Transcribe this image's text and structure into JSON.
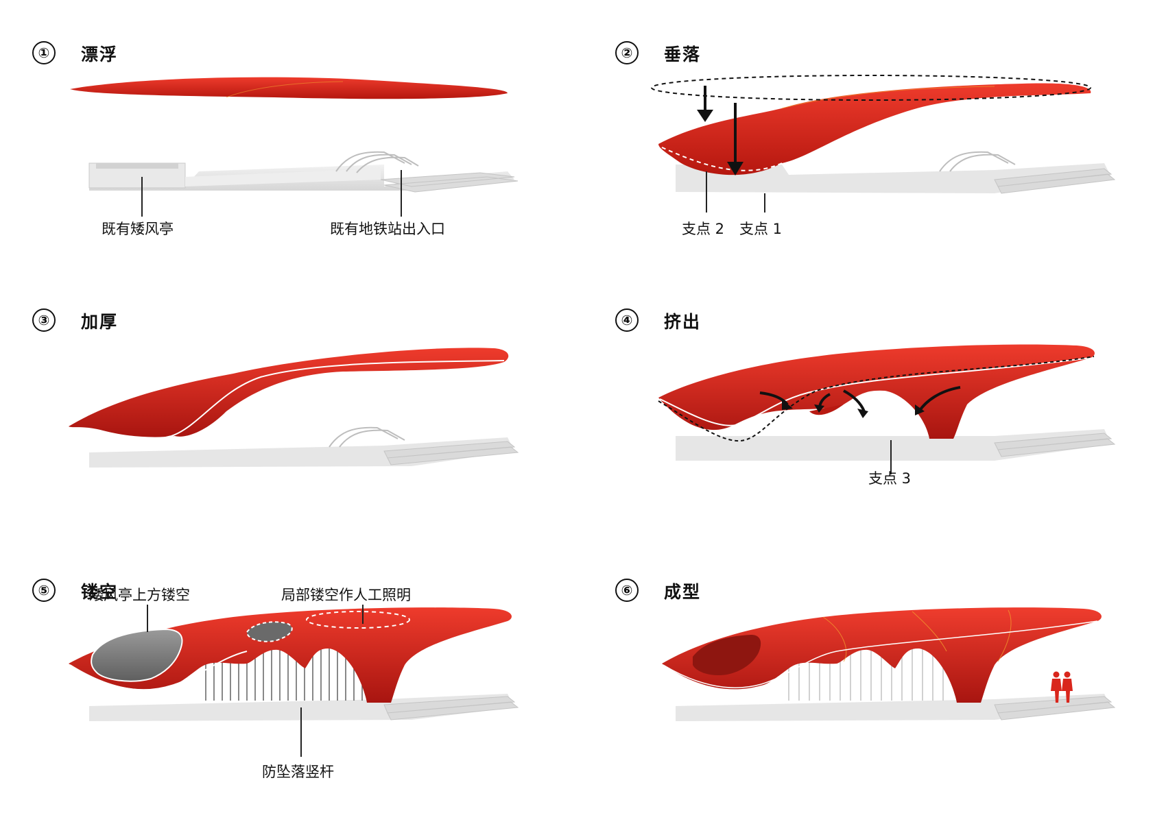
{
  "colors": {
    "roof": "#d9261c",
    "roof_dark": "#a81510",
    "base": "#e4e4e4",
    "accent_line": "#f29a2e"
  },
  "steps": [
    {
      "num": "①",
      "title": "漂浮",
      "labels": [
        "既有矮风亭",
        "既有地铁站出入口"
      ]
    },
    {
      "num": "②",
      "title": "垂落",
      "labels": [
        "支点 2",
        "支点 1"
      ]
    },
    {
      "num": "③",
      "title": "加厚",
      "labels": []
    },
    {
      "num": "④",
      "title": "挤出",
      "labels": [
        "支点 3"
      ]
    },
    {
      "num": "⑤",
      "title": "镂空",
      "labels": [
        "矮风亭上方镂空",
        "局部镂空作人工照明",
        "防坠落竖杆"
      ]
    },
    {
      "num": "⑥",
      "title": "成型",
      "labels": []
    }
  ]
}
